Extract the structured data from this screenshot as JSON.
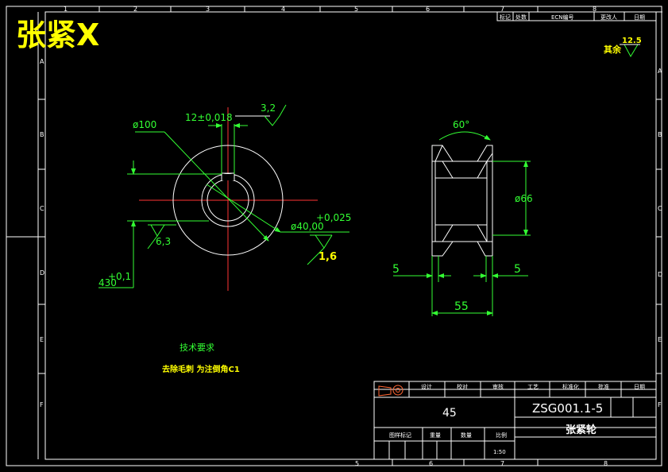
{
  "drawing_title": "张紧X",
  "grid": {
    "cols_top": [
      "1",
      "2",
      "3",
      "4",
      "5",
      "6",
      "7",
      "8"
    ],
    "cols_bottom": [
      "5",
      "6",
      "7",
      "8"
    ],
    "rows": [
      "A",
      "B",
      "C",
      "D",
      "E",
      "F"
    ]
  },
  "revision_header": [
    "标记",
    "处数",
    "ECN编号",
    "更改人",
    "日期"
  ],
  "roughness_other": {
    "label": "其余",
    "value": "12.5"
  },
  "front_view": {
    "dia_outer": "ø100",
    "keyway": "12±0,018",
    "rough1": "3,2",
    "bore": "ø40,00",
    "bore_tol": "+0,025",
    "rough2": "1,6",
    "rough3": "6,3",
    "hub_dim": "430",
    "hub_tol": "+0,1"
  },
  "section_view": {
    "angle": "60°",
    "dia_inner": "ø66",
    "left_w": "5",
    "right_w": "5",
    "width": "55"
  },
  "tech_req": {
    "heading": "技术要求",
    "line1": "去除毛刺 为注倒角C1"
  },
  "title_block": {
    "header": [
      "设计",
      "校对",
      "审核",
      "工艺",
      "标准化",
      "批准",
      "日期"
    ],
    "material": "45",
    "drawing_no": "ZSG001.1-5",
    "part_name": "张紧轮",
    "row_labels": [
      "图样标记",
      "重量",
      "数量",
      "比例"
    ],
    "scale": "1:50"
  }
}
